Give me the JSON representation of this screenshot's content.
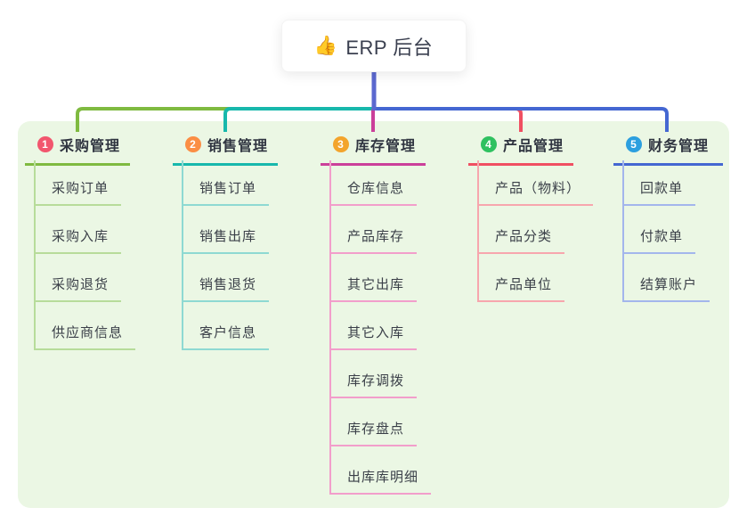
{
  "root": {
    "icon": "👍",
    "label": "ERP 后台"
  },
  "colors": {
    "root_line": "#5b68cf",
    "panel_bg": "#ebf7e4"
  },
  "branches": [
    {
      "badge": "1",
      "label": "采购管理",
      "badge_color": "#f2566e",
      "line_color": "#7fba40",
      "child_line_color": "#b7dc9a",
      "children": [
        "采购订单",
        "采购入库",
        "采购退货",
        "供应商信息"
      ]
    },
    {
      "badge": "2",
      "label": "销售管理",
      "badge_color": "#fb8e44",
      "line_color": "#17b8ac",
      "child_line_color": "#8ed9d2",
      "children": [
        "销售订单",
        "销售出库",
        "销售退货",
        "客户信息"
      ]
    },
    {
      "badge": "3",
      "label": "库存管理",
      "badge_color": "#f3a42c",
      "line_color": "#cb3f9a",
      "child_line_color": "#f29ecb",
      "children": [
        "仓库信息",
        "产品库存",
        "其它出库",
        "其它入库",
        "库存调拨",
        "库存盘点",
        "出库库明细"
      ]
    },
    {
      "badge": "4",
      "label": "产品管理",
      "badge_color": "#2fc160",
      "line_color": "#f04f62",
      "child_line_color": "#f7a6ad",
      "children": [
        "产品（物料）",
        "产品分类",
        "产品单位"
      ]
    },
    {
      "badge": "5",
      "label": "财务管理",
      "badge_color": "#2c9fdf",
      "line_color": "#4467d2",
      "child_line_color": "#a3b6ec",
      "children": [
        "回款单",
        "付款单",
        "结算账户"
      ]
    }
  ]
}
